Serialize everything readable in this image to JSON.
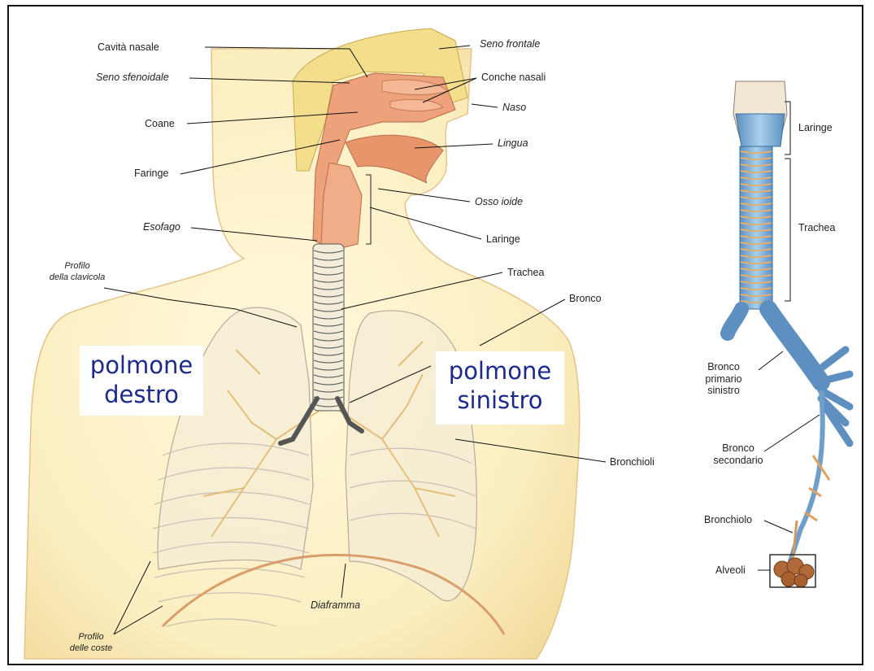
{
  "labels": {
    "cavita_nasale": "Cavità nasale",
    "seno_sfenoidale": "Seno sfenoidale",
    "coane": "Coane",
    "faringe": "Faringe",
    "esofago": "Esofago",
    "profilo_clavicola_1": "Profilo",
    "profilo_clavicola_2": "della clavicola",
    "seno_frontale": "Seno frontale",
    "conche_nasali": "Conche nasali",
    "naso": "Naso",
    "lingua": "Lingua",
    "osso_ioide": "Osso ioide",
    "laringe_main": "Laringe",
    "trachea_main": "Trachea",
    "bronco_main": "Bronco",
    "bronchioli": "Bronchioli",
    "diaframma": "Diaframma",
    "profilo_coste_1": "Profilo",
    "profilo_coste_2": "delle coste",
    "polmone_destro_1": "polmone",
    "polmone_destro_2": "destro",
    "polmone_sinistro_1": "polmone",
    "polmone_sinistro_2": "sinistro",
    "laringe_side": "Laringe",
    "trachea_side": "Trachea",
    "bronco_primario_1": "Bronco",
    "bronco_primario_2": "primario",
    "bronco_primario_3": "sinistro",
    "bronco_secondario_1": "Bronco",
    "bronco_secondario_2": "secondario",
    "bronchiolo": "Bronchiolo",
    "alveoli": "Alveoli"
  },
  "colors": {
    "skin": "#fbefbf",
    "skin_edge": "#e8c98a",
    "airway": "#e9a27a",
    "bone": "#f2dd8a",
    "trachea_blue": "#7fb0d6",
    "lung_text": "#1c2a8c",
    "branch": "#e3bf7a"
  }
}
